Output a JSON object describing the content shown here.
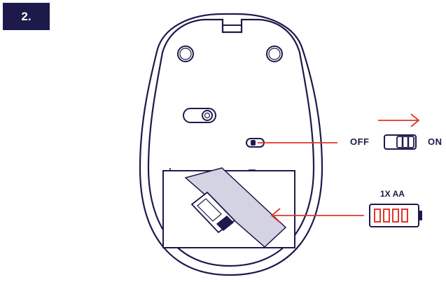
{
  "step": {
    "number": "2."
  },
  "labels": {
    "off": "OFF",
    "on": "ON",
    "battery": "1X AA"
  },
  "colors": {
    "navy": "#1c1a4a",
    "accent_red": "#e0352b",
    "battery_band": "#d3d3e3"
  },
  "icons": [
    "mouse-underside",
    "power-switch",
    "battery-compartment",
    "switch-off-on",
    "battery-level",
    "direction-arrow"
  ]
}
